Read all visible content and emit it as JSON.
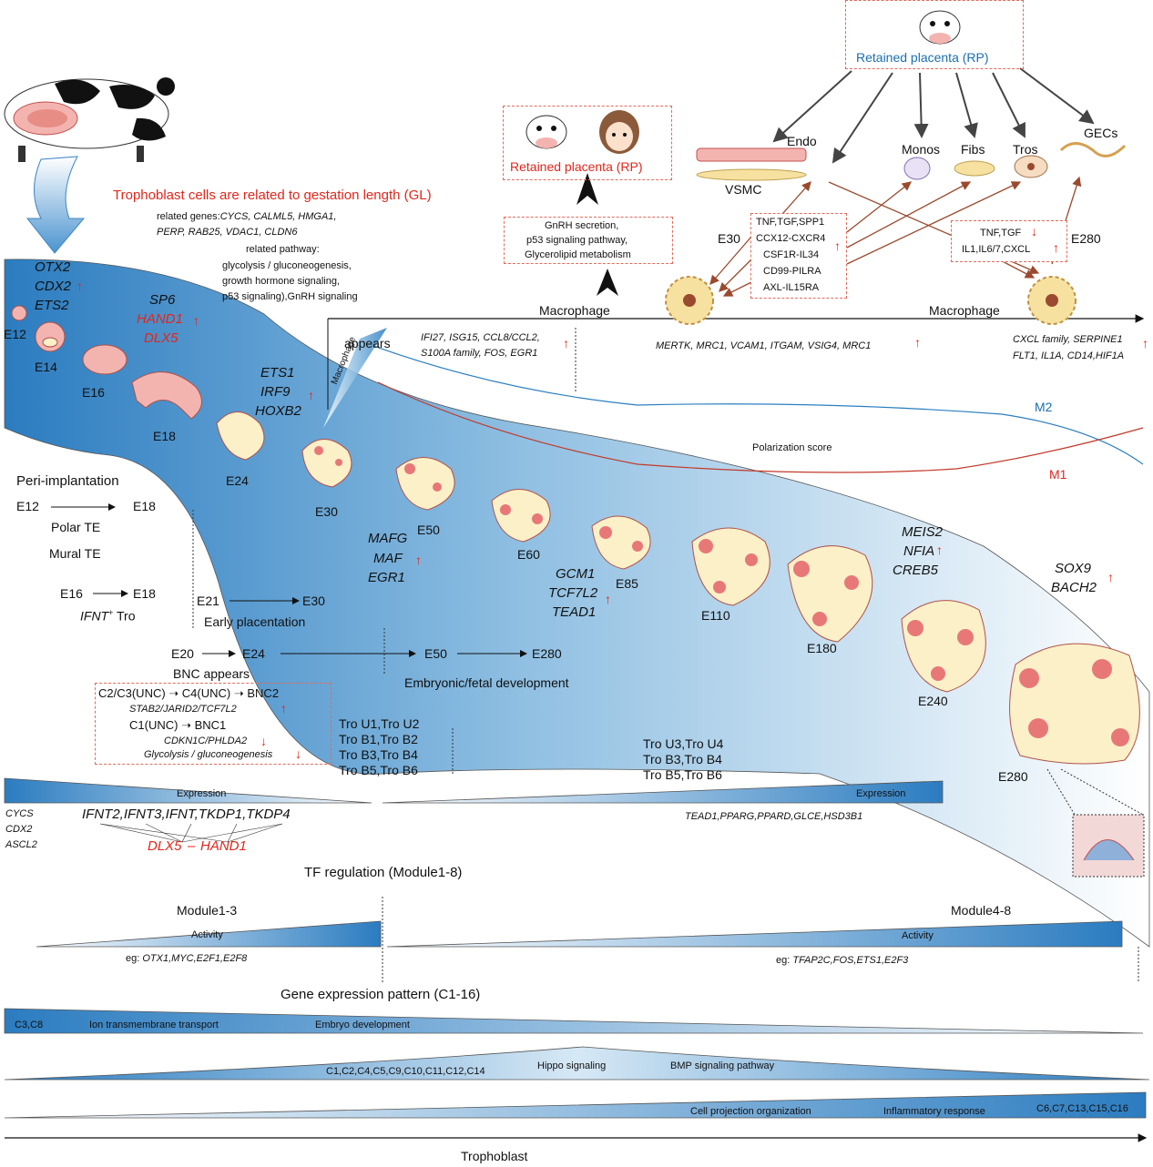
{
  "colors": {
    "accent_red": "#e2261b",
    "gradient_blue": "#2a7fc1",
    "m2_line": "#2a7fc1",
    "m1_line": "#c23a2a",
    "arrow_brown": "#9a4a2e"
  },
  "header": {
    "gl_title": "Trophoblast cells are related to gestation length (GL)",
    "related_genes_label": "related genes:",
    "related_genes_1": "CYCS, CALML5, HMGA1,",
    "related_genes_2": "PERP, RAB25, VDAC1, CLDN6",
    "related_pathway_label": "related pathway:",
    "pathway_1": "glycolysis / gluconeogenesis,",
    "pathway_2": "growth hormone signaling,",
    "pathway_3": "p53 signaling),GnRH signaling"
  },
  "rp_top": {
    "label": "Retained placenta (RP)"
  },
  "rp_box": {
    "label": "Retained placenta (RP)"
  },
  "gnrh_box": {
    "line1": "GnRH secretion,",
    "line2": "p53 signaling pathway,",
    "line3": "Glycerolipid metabolism"
  },
  "cells": {
    "endo": "Endo",
    "vsmc": "VSMC",
    "monos": "Monos",
    "fibs": "Fibs",
    "tros": "Tros",
    "gecs": "GECs"
  },
  "e30_box": {
    "label": "E30",
    "l1": "TNF,TGF,SPP1",
    "l2": "CCX12-CXCR4",
    "l3": "CSF1R-IL34",
    "l4": "CD99-PILRA",
    "l5": "AXL-IL15RA"
  },
  "e280_box": {
    "label": "E280",
    "l1": "TNF,TGF",
    "l2": "IL1,IL6/7,CXCL"
  },
  "macrophage": {
    "left": "Macrophage",
    "right": "Macrophage",
    "appears": "appears",
    "diag": "Macrophage",
    "genes_1a": "IFI27, ISG15, CCL8/CCL2,",
    "genes_1b": "S100A family, FOS, EGR1",
    "genes_2": "MERTK, MRC1, VCAM1, ITGAM, VSIG4, MRC1",
    "genes_3a": "CXCL family, SERPINE1",
    "genes_3b": "FLT1, IL1A, CD14,HIF1A",
    "m2": "M2",
    "m1": "M1",
    "polarization": "Polarization score"
  },
  "tfs": {
    "g1a": "OTX2",
    "g1b": "CDX2",
    "g1c": "ETS2",
    "g2a": "SP6",
    "g2b": "HAND1",
    "g2c": "DLX5",
    "g3a": "ETS1",
    "g3b": "IRF9",
    "g3c": "HOXB2",
    "g4a": "MAFG",
    "g4b": "MAF",
    "g4c": "EGR1",
    "g5a": "GCM1",
    "g5b": "TCF7L2",
    "g5c": "TEAD1",
    "g6a": "MEIS2",
    "g6b": "NFIA",
    "g6c": "CREB5",
    "g7a": "SOX9",
    "g7b": "BACH2"
  },
  "stages": [
    "E12",
    "E14",
    "E16",
    "E18",
    "E24",
    "E30",
    "E50",
    "E60",
    "E85",
    "E110",
    "E180",
    "E240",
    "E280"
  ],
  "timeline": {
    "peri": "Peri-implantation",
    "e12": "E12",
    "e18a": "E18",
    "polar": "Polar TE",
    "mural": "Mural TE",
    "e16": "E16",
    "e18b": "E18",
    "ifnt": "IFNT",
    "ifnt_sup": "+",
    "tro": "Tro",
    "e21": "E21",
    "e30": "E30",
    "early": "Early placentation",
    "e20": "E20",
    "e24": "E24",
    "e50": "E50",
    "e280": "E280",
    "bnc": "BNC appears",
    "embryo": "Embryonic/fetal development"
  },
  "bnc_box": {
    "l1": "C2/C3(UNC)",
    "l1b": "C4(UNC)",
    "l1c": "BNC2",
    "l2": "STAB2/JARID2/TCF7L2",
    "l3": "C1(UNC)",
    "l3b": "BNC1",
    "l4": "CDKN1C/PHLDA2",
    "l5": "Glycolysis / gluconeogenesis"
  },
  "tro_groups": {
    "a1": "Tro U1,Tro U2",
    "a2": "Tro B1,Tro B2",
    "a3": "Tro B3,Tro B4",
    "a4": "Tro B5,Tro B6",
    "b1": "Tro U3,Tro U4",
    "b2": "Tro B3,Tro B4",
    "b3": "Tro B5,Tro B6"
  },
  "expression": {
    "label_left": "Expression",
    "label_right": "Expression",
    "small1": "CYCS",
    "small2": "CDX2",
    "small3": "ASCL2",
    "genes_left": "IFNT2,IFNT3,IFNT,TKDP1,TKDP4",
    "dlx": "DLX5",
    "hand": "HAND1",
    "genes_right": "TEAD1,PPARG,PPARD,GLCE,HSD3B1"
  },
  "tf_reg": {
    "title": "TF regulation (Module1-8)",
    "mod13": "Module1-3",
    "mod48": "Module4-8",
    "act1": "Activity",
    "act2": "Activity",
    "eg": "eg:",
    "eg1": "OTX1,MYC,E2F1,E2F8",
    "eg2": "TFAP2C,FOS,ETS1,E2F3"
  },
  "gep": {
    "title": "Gene expression pattern (C1-16)",
    "r1a": "C3,C8",
    "r1b": "Ion transmembrane transport",
    "r1c": "Embryo development",
    "r2a": "C1,C2,C4,C5,C9,C10,C11,C12,C14",
    "r2b": "Hippo signaling",
    "r2c": "BMP signaling pathway",
    "r3a": "Cell projection organization",
    "r3b": "Inflammatory response",
    "r3c": "C6,C7,C13,C15,C16"
  },
  "footer": {
    "axis": "Trophoblast"
  }
}
